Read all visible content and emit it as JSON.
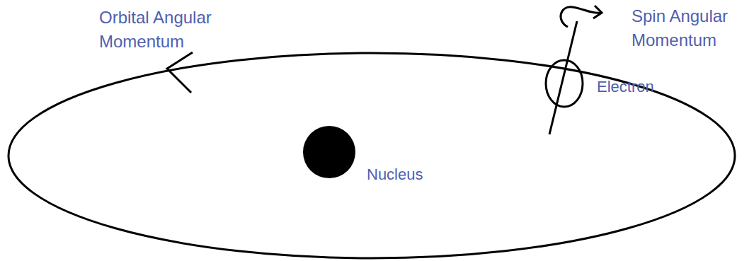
{
  "diagram": {
    "labels": [
      "Orbital Angular Momentum",
      "Spin Angular Momentum",
      "Electron",
      "Nucleus"
    ]
  }
}
